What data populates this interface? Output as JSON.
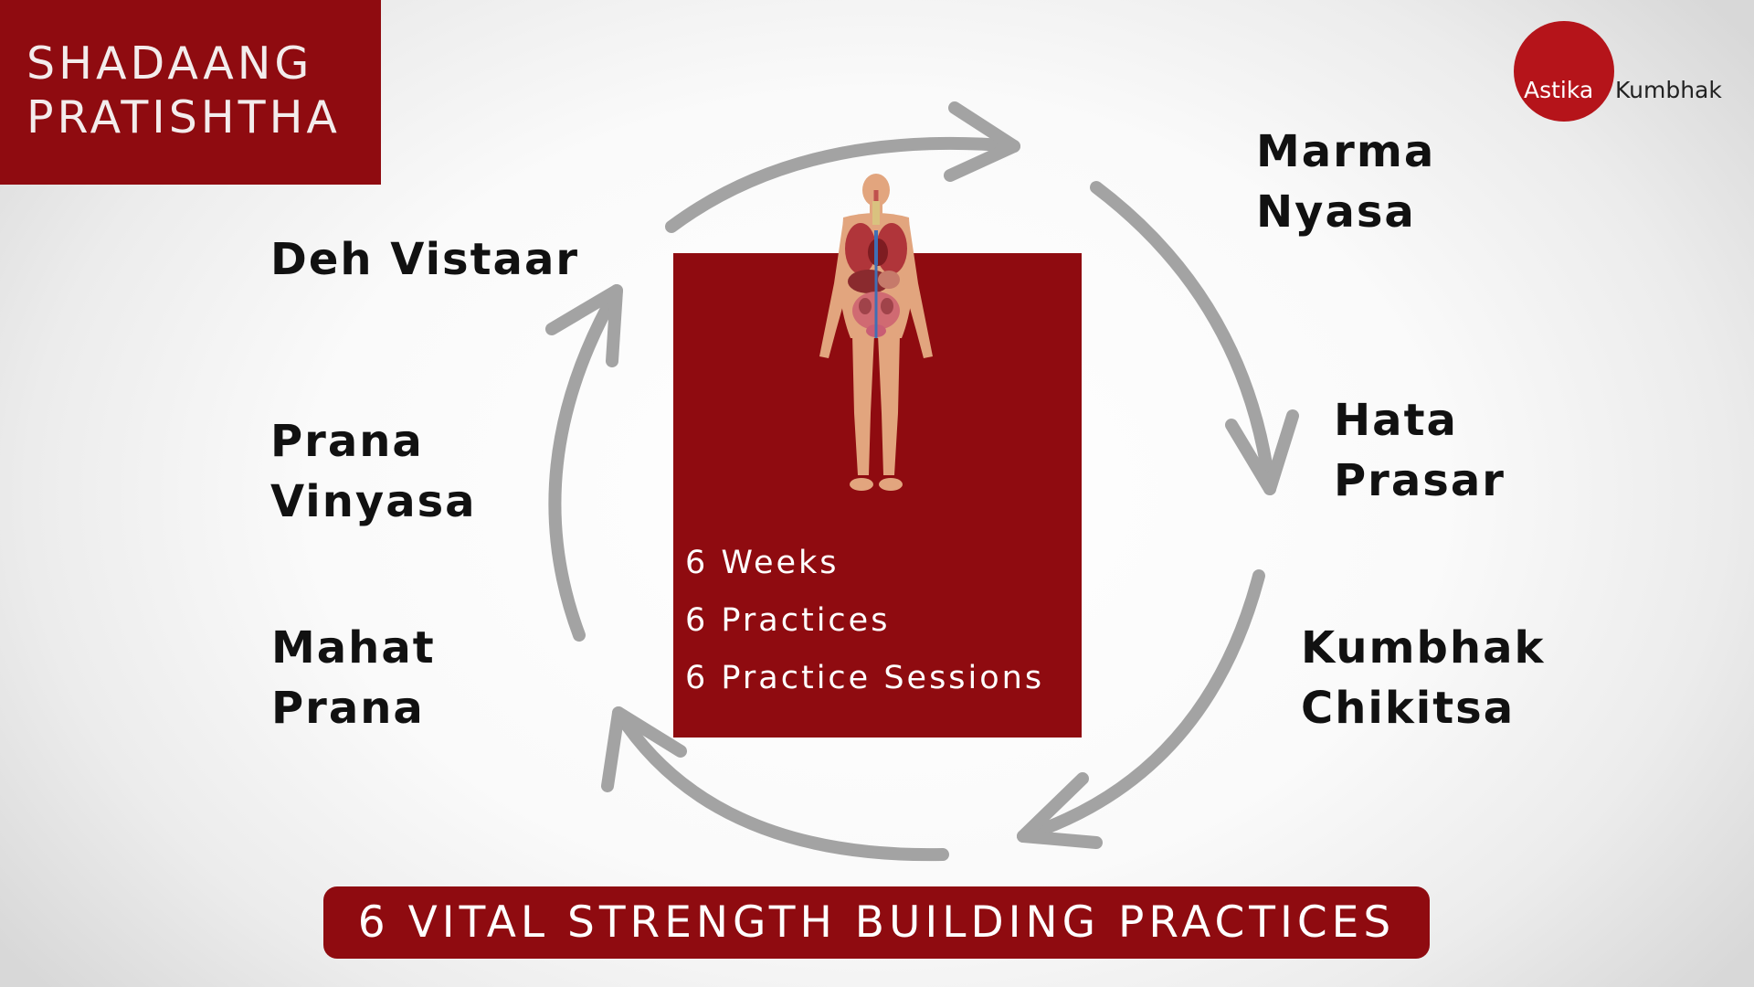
{
  "title": {
    "line1": "SHADAANG",
    "line2": "PRATISHTHA"
  },
  "logo": {
    "part1": "Astika",
    "part2": "Kumbhak"
  },
  "center": {
    "stats": [
      "6 Weeks",
      "6 Practices",
      "6 Practice Sessions"
    ],
    "image": "human-anatomy-figure"
  },
  "chart_data": {
    "type": "cycle",
    "direction": "clockwise",
    "steps": [
      {
        "line1": "Marma",
        "line2": "Nyasa"
      },
      {
        "line1": "Hata",
        "line2": "Prasar"
      },
      {
        "line1": "Kumbhak",
        "line2": "Chikitsa"
      },
      {
        "line1": "Mahat",
        "line2": "Prana"
      },
      {
        "line1": "Prana",
        "line2": "Vinyasa"
      },
      {
        "line1": "Deh Vistaar",
        "line2": ""
      }
    ]
  },
  "banner": {
    "text": "6 VITAL STRENGTH BUILDING PRACTICES"
  },
  "colors": {
    "accent": "#8f0b10",
    "logo_circle": "#b5141a",
    "arrow": "#a3a3a3",
    "background": "#ffffff"
  }
}
